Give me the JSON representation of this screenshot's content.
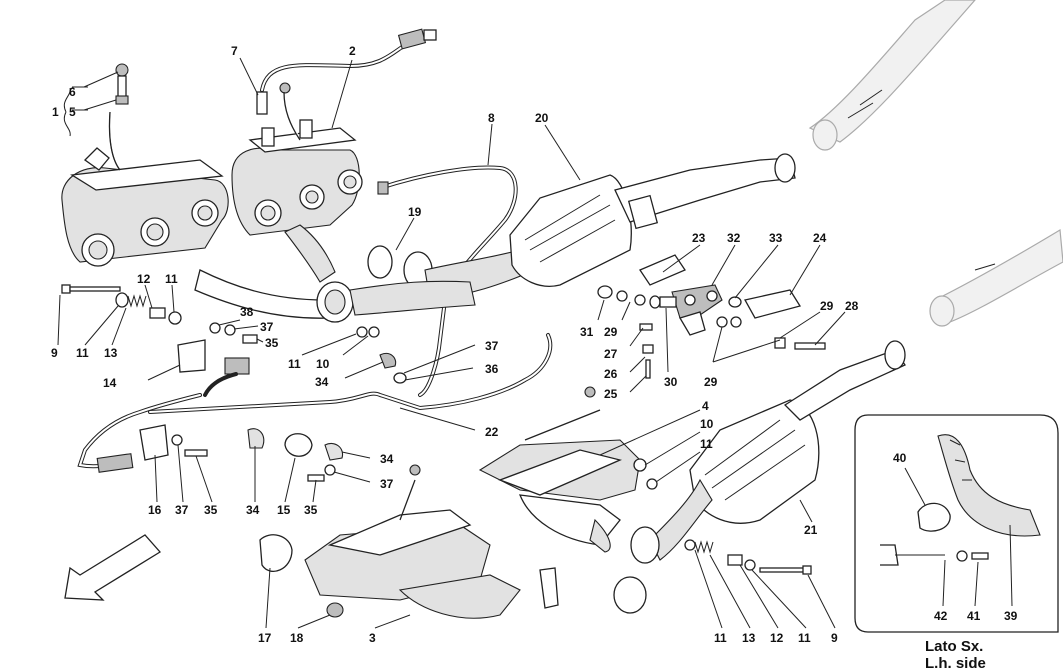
{
  "diagram": {
    "inset_title_line1": "Lato Sx.",
    "inset_title_line2": "L.h. side",
    "labels": [
      {
        "id": "lbl-1",
        "text": "1"
      },
      {
        "id": "lbl-6",
        "text": "6"
      },
      {
        "id": "lbl-5",
        "text": "5"
      },
      {
        "id": "lbl-7",
        "text": "7"
      },
      {
        "id": "lbl-2",
        "text": "2"
      },
      {
        "id": "lbl-8",
        "text": "8"
      },
      {
        "id": "lbl-20",
        "text": "20"
      },
      {
        "id": "lbl-19",
        "text": "19"
      },
      {
        "id": "lbl-23",
        "text": "23"
      },
      {
        "id": "lbl-32",
        "text": "32"
      },
      {
        "id": "lbl-33",
        "text": "33"
      },
      {
        "id": "lbl-24",
        "text": "24"
      },
      {
        "id": "lbl-12a",
        "text": "12"
      },
      {
        "id": "lbl-11a",
        "text": "11"
      },
      {
        "id": "lbl-9a",
        "text": "9"
      },
      {
        "id": "lbl-11b",
        "text": "11"
      },
      {
        "id": "lbl-13a",
        "text": "13"
      },
      {
        "id": "lbl-38",
        "text": "38"
      },
      {
        "id": "lbl-37a",
        "text": "37"
      },
      {
        "id": "lbl-35a",
        "text": "35"
      },
      {
        "id": "lbl-11c",
        "text": "11"
      },
      {
        "id": "lbl-10a",
        "text": "10"
      },
      {
        "id": "lbl-14",
        "text": "14"
      },
      {
        "id": "lbl-34a",
        "text": "34"
      },
      {
        "id": "lbl-37b",
        "text": "37"
      },
      {
        "id": "lbl-36",
        "text": "36"
      },
      {
        "id": "lbl-31",
        "text": "31"
      },
      {
        "id": "lbl-29a",
        "text": "29"
      },
      {
        "id": "lbl-27",
        "text": "27"
      },
      {
        "id": "lbl-26",
        "text": "26"
      },
      {
        "id": "lbl-25",
        "text": "25"
      },
      {
        "id": "lbl-30",
        "text": "30"
      },
      {
        "id": "lbl-29b",
        "text": "29"
      },
      {
        "id": "lbl-28",
        "text": "28"
      },
      {
        "id": "lbl-29c",
        "text": "29"
      },
      {
        "id": "lbl-22",
        "text": "22"
      },
      {
        "id": "lbl-4",
        "text": "4"
      },
      {
        "id": "lbl-10b",
        "text": "10"
      },
      {
        "id": "lbl-11d",
        "text": "11"
      },
      {
        "id": "lbl-34b",
        "text": "34"
      },
      {
        "id": "lbl-37c",
        "text": "37"
      },
      {
        "id": "lbl-16",
        "text": "16"
      },
      {
        "id": "lbl-37d",
        "text": "37"
      },
      {
        "id": "lbl-35b",
        "text": "35"
      },
      {
        "id": "lbl-34c",
        "text": "34"
      },
      {
        "id": "lbl-15",
        "text": "15"
      },
      {
        "id": "lbl-35c",
        "text": "35"
      },
      {
        "id": "lbl-21",
        "text": "21"
      },
      {
        "id": "lbl-17",
        "text": "17"
      },
      {
        "id": "lbl-18",
        "text": "18"
      },
      {
        "id": "lbl-3",
        "text": "3"
      },
      {
        "id": "lbl-11e",
        "text": "11"
      },
      {
        "id": "lbl-13b",
        "text": "13"
      },
      {
        "id": "lbl-12b",
        "text": "12"
      },
      {
        "id": "lbl-11f",
        "text": "11"
      },
      {
        "id": "lbl-9b",
        "text": "9"
      },
      {
        "id": "lbl-40",
        "text": "40"
      },
      {
        "id": "lbl-42",
        "text": "42"
      },
      {
        "id": "lbl-41",
        "text": "41"
      },
      {
        "id": "lbl-39",
        "text": "39"
      }
    ]
  }
}
